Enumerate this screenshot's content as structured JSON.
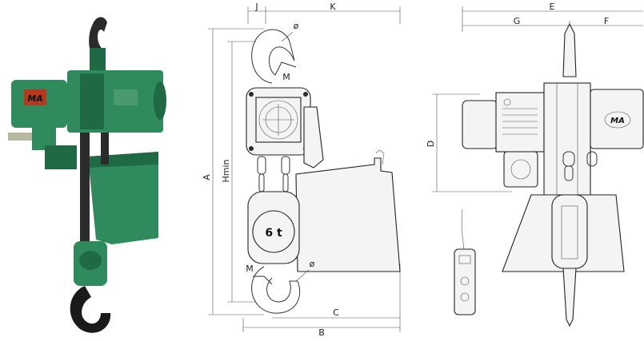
{
  "photo": {
    "brand_plate": "MA",
    "colors": {
      "body": "#2f8a5c",
      "body_dark": "#1f6a44",
      "chain": "#2b2b2b",
      "hook": "#1a1a1a",
      "plate": "#b23a1e",
      "background": "#ffffff"
    }
  },
  "side_view": {
    "labels": {
      "J": "J",
      "K": "K",
      "A": "A",
      "Hmin": "Hmin",
      "B": "B",
      "C": "C",
      "M_top": "M",
      "M_bottom": "M",
      "phi_top": "ø",
      "phi_bottom": "ø",
      "capacity": "6 t"
    }
  },
  "front_view": {
    "labels": {
      "E": "E",
      "G": "G",
      "F": "F",
      "D": "D",
      "emblem": "MA"
    }
  }
}
